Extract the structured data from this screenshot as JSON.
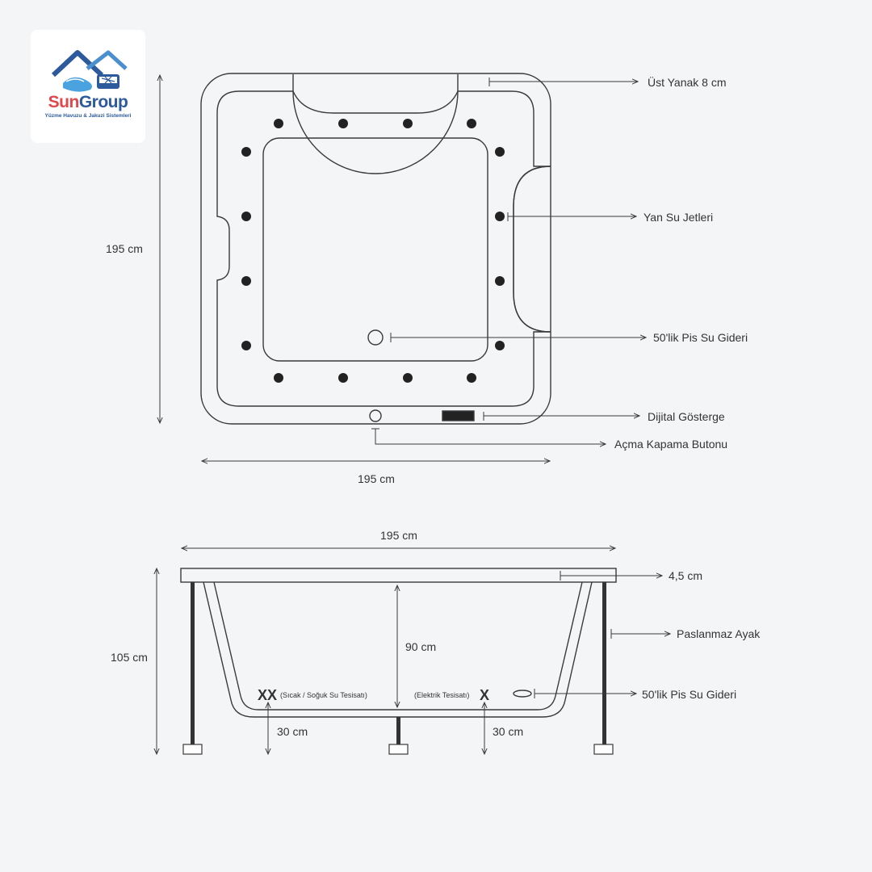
{
  "brand": {
    "name_part1": "Sun",
    "name_part2": "Group",
    "tagline": "Yüzme Havuzu & Jakuzi Sistemleri",
    "color_red": "#e2474c",
    "color_blue": "#2c5a9c"
  },
  "top_view": {
    "height_label": "195 cm",
    "width_label": "195 cm",
    "callouts": {
      "ust_yanak": "Üst Yanak 8 cm",
      "yan_jet": "Yan Su Jetleri",
      "pis_su": "50'lik Pis Su Gideri",
      "dijital": "Dijital Gösterge",
      "buton": "Açma Kapama Butonu"
    }
  },
  "side_view": {
    "width_label": "195 cm",
    "height_label": "105 cm",
    "depth_label": "90 cm",
    "rim_label": "4,5 cm",
    "leg_label": "Paslanmaz Ayak",
    "drain_label": "50'lik Pis Su Gideri",
    "water_mark": "XX",
    "water_note": "(Sıcak / Soğuk Su Tesisatı)",
    "electric_note": "(Elektrik Tesisatı)",
    "electric_mark": "X",
    "water_height": "30 cm",
    "electric_height": "30 cm"
  },
  "colors": {
    "line": "#3a3a3a",
    "jet": "#222222",
    "background": "#f4f5f7"
  }
}
